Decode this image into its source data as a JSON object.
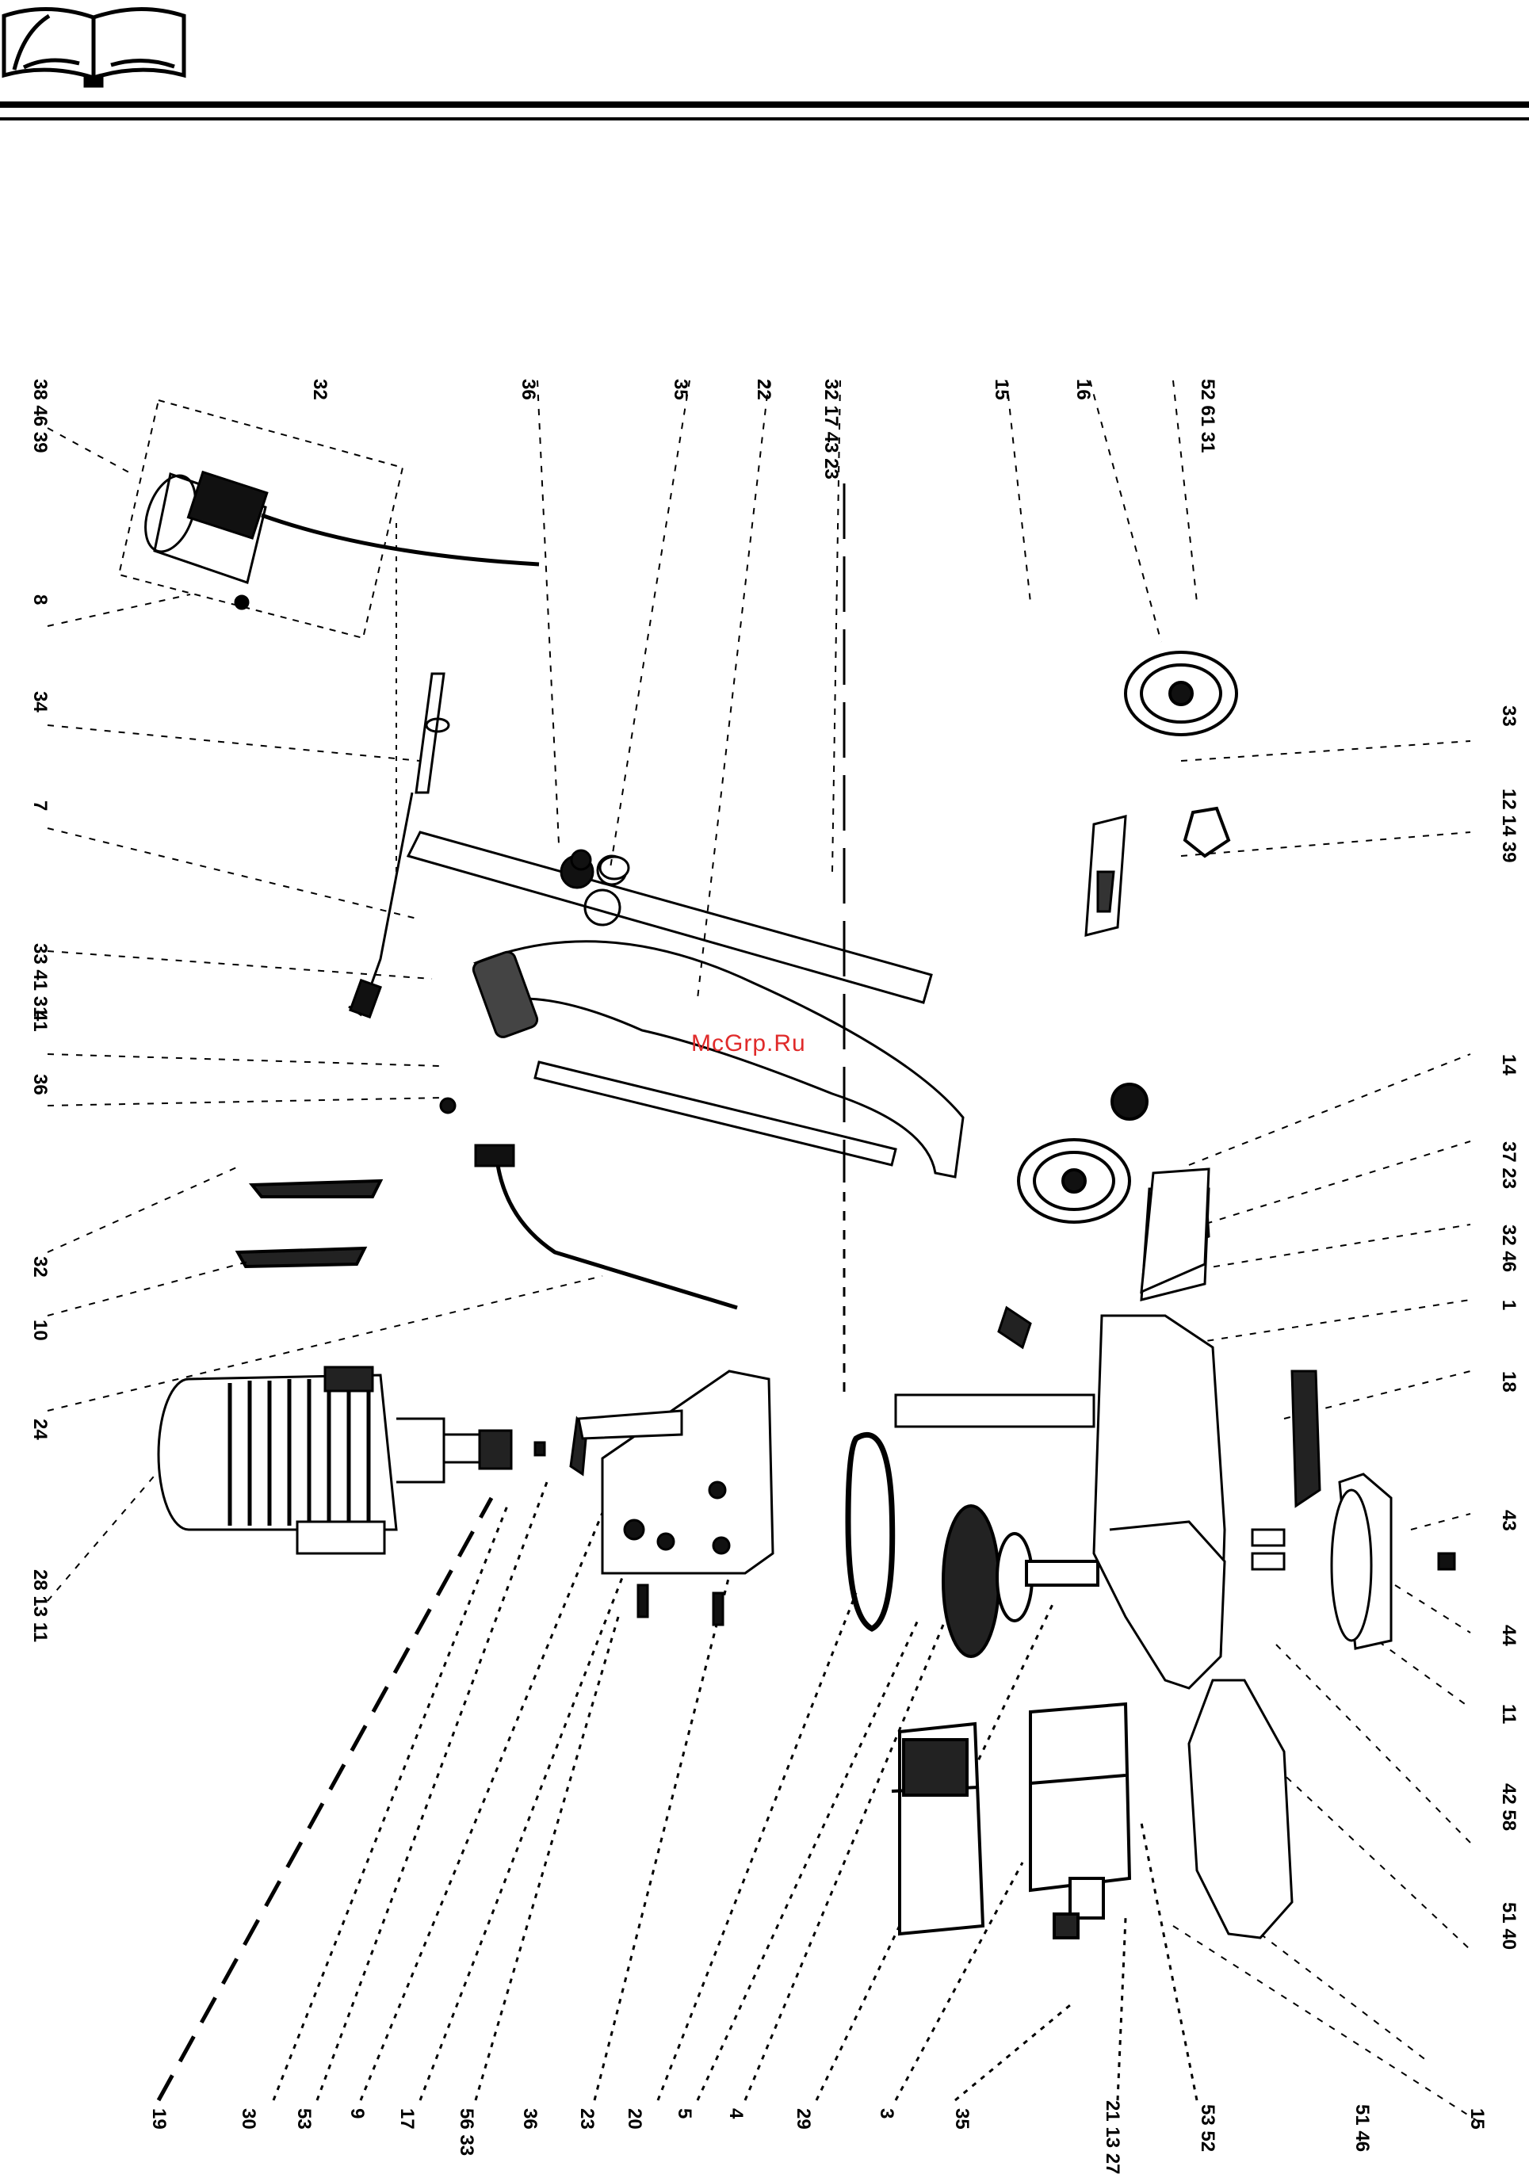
{
  "watermark": "McGrp.Ru",
  "callouts": {
    "top": [
      "38 46 39",
      "32",
      "36",
      "35",
      "22",
      "32 17 43 23",
      "15",
      "16",
      "52 61 31"
    ],
    "left": [
      "8",
      "34",
      "7",
      "33 41 31",
      "41",
      "36",
      "32",
      "10",
      "24",
      "28 13 11"
    ],
    "right": [
      "33",
      "12 14 39",
      "14",
      "37 23",
      "32 46",
      "1",
      "18",
      "43",
      "44",
      "11",
      "42 58",
      "51 40"
    ],
    "bottom": [
      "19",
      "30",
      "53",
      "9",
      "17",
      "56 33",
      "36",
      "23",
      "20",
      "5",
      "4",
      "29",
      "3",
      "35",
      "21 13 27",
      "53 52",
      "51 46",
      "15"
    ]
  }
}
